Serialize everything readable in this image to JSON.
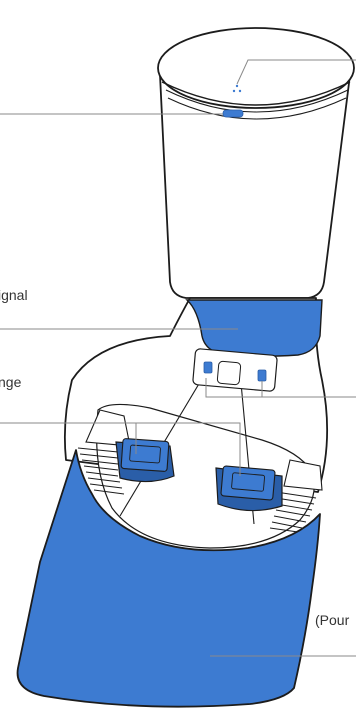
{
  "labels": {
    "signal_zone": "ignal",
    "charging_contacts": "nge",
    "dust_bag": "(Pour"
  },
  "colors": {
    "accent_blue": "#3d7bd1",
    "accent_blue_dark": "#2a5ea8",
    "outline": "#1c1c1c",
    "leader_line": "#8a8a8a",
    "body_fill": "#ffffff"
  }
}
